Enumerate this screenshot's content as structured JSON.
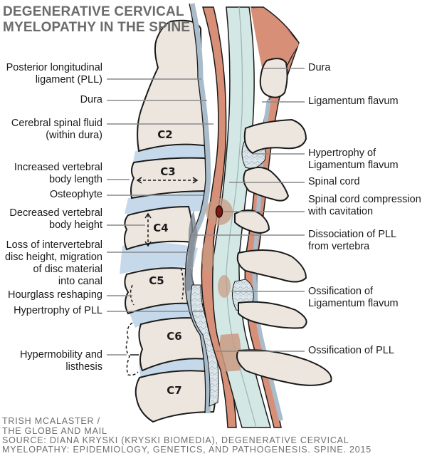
{
  "title": {
    "line1": "DEGENERATIVE CERVICAL",
    "line2": "MYELOPATHY IN THE SPINE"
  },
  "vertebrae": [
    "C2",
    "C3",
    "C4",
    "C5",
    "C6",
    "C7"
  ],
  "left_labels": [
    {
      "lines": [
        "Posterior longitudinal",
        "ligament (PLL)"
      ]
    },
    {
      "lines": [
        "Dura"
      ]
    },
    {
      "lines": [
        "Cerebral spinal fluid",
        "(within dura)"
      ]
    },
    {
      "lines": [
        "Increased vertebral",
        "body length"
      ]
    },
    {
      "lines": [
        "Osteophyte"
      ]
    },
    {
      "lines": [
        "Decreased vertebral",
        "body height"
      ]
    },
    {
      "lines": [
        "Loss of intervertebral",
        "disc height, migration",
        "of disc material",
        "into canal"
      ]
    },
    {
      "lines": [
        "Hourglass reshaping"
      ]
    },
    {
      "lines": [
        "Hypertrophy of PLL"
      ]
    },
    {
      "lines": [
        "Hypermobility and",
        "listhesis"
      ]
    }
  ],
  "right_labels": [
    {
      "lines": [
        "Dura"
      ]
    },
    {
      "lines": [
        "Ligamentum flavum"
      ]
    },
    {
      "lines": [
        "Hypertrophy of",
        "Ligamentum flavum"
      ]
    },
    {
      "lines": [
        "Spinal cord"
      ]
    },
    {
      "lines": [
        "Spinal cord compression",
        "with cavitation"
      ]
    },
    {
      "lines": [
        "Dissociation of PLL",
        "from vertebra"
      ]
    },
    {
      "lines": [
        "Ossification of",
        "Ligamentum flavum"
      ]
    },
    {
      "lines": [
        "Ossification of PLL"
      ]
    }
  ],
  "credits": {
    "line1": "TRISH MCALASTER /",
    "line2": "THE GLOBE AND MAIL",
    "line3": "SOURCE: DIANA KRYSKI (KRYSKI BIOMEDIA), DEGENERATIVE CERVICAL",
    "line4": "MYELOPATHY: EPIDEMIOLOGY, GENETICS, AND PATHOGENESIS. SPINE. 2015"
  },
  "colors": {
    "bone": "#ede6df",
    "disc": "#c5d9ea",
    "csf": "#d3e8e5",
    "dura": "#d88f78",
    "pll": "#a9bccb",
    "compression": "#c99a82",
    "cavitation": "#7a1a12",
    "outline": "#1a1a1a",
    "leader": "#8a8a8a",
    "title": "#6b6b6b"
  }
}
